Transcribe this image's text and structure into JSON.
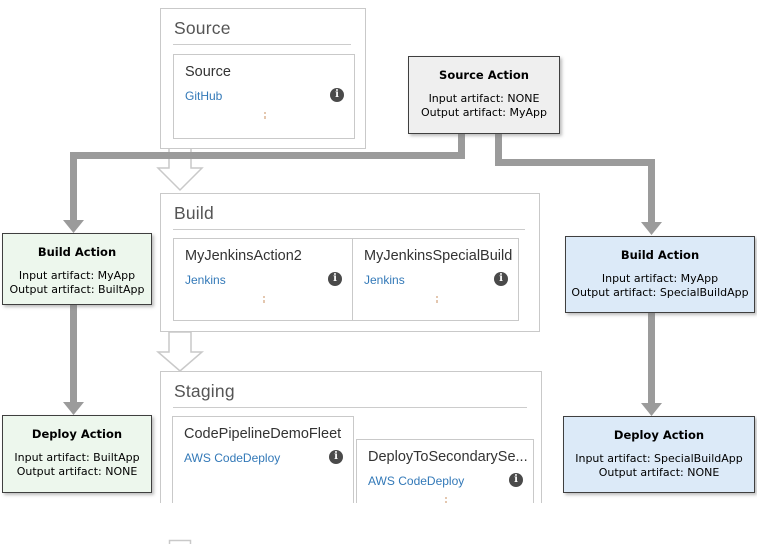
{
  "colors": {
    "connector": "#9b9b9b",
    "hollow_arrow_outline": "#c9c9c9",
    "stage_border": "#c9c9c9",
    "link": "#3379b8",
    "note_gray_bg": "#efefef",
    "note_green_bg": "#edf7ed",
    "note_blue_bg": "#dceaf8",
    "info_icon_bg": "#4a4a4a"
  },
  "icons": {
    "info_glyph": "i"
  },
  "stages": {
    "source": {
      "title": "Source",
      "action": {
        "name": "Source",
        "provider": "GitHub"
      }
    },
    "build": {
      "title": "Build",
      "action1": {
        "name": "MyJenkinsAction2",
        "provider": "Jenkins"
      },
      "action2": {
        "name": "MyJenkinsSpecialBuild",
        "provider": "Jenkins"
      }
    },
    "staging": {
      "title": "Staging",
      "action1": {
        "name": "CodePipelineDemoFleet",
        "provider": "AWS CodeDeploy"
      },
      "action2": {
        "name": "DeployToSecondarySe...",
        "provider": "AWS CodeDeploy"
      }
    }
  },
  "annotations": {
    "source_action": {
      "title": "Source Action",
      "line1": "Input artifact: NONE",
      "line2": "Output artifact: MyApp"
    },
    "build_action_left": {
      "title": "Build Action",
      "line1": "Input artifact: MyApp",
      "line2": "Output artifact: BuiltApp"
    },
    "deploy_action_left": {
      "title": "Deploy Action",
      "line1": "Input artifact: BuiltApp",
      "line2": "Output artifact: NONE"
    },
    "build_action_right": {
      "title": "Build Action",
      "line1": "Input artifact: MyApp",
      "line2": "Output artifact: SpecialBuildApp"
    },
    "deploy_action_right": {
      "title": "Deploy Action",
      "line1": "Input artifact: SpecialBuildApp",
      "line2": "Output artifact: NONE"
    }
  }
}
